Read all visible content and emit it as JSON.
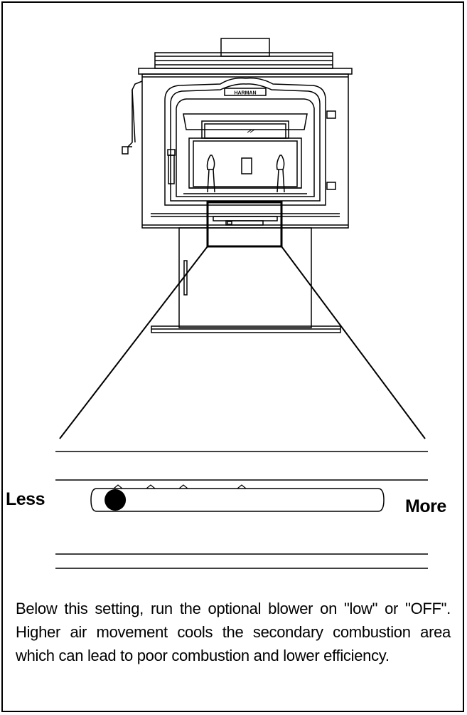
{
  "stove": {
    "brand_badge": "HARMAN"
  },
  "air_control": {
    "less_label": "Less",
    "more_label": "More",
    "setting_level": 0.05
  },
  "instructions": {
    "text": "Below this setting, run the optional blower on \"low\" or \"OFF\". Higher air movement cools the secondary combustion area which can lead to poor combustion and lower efficiency."
  }
}
